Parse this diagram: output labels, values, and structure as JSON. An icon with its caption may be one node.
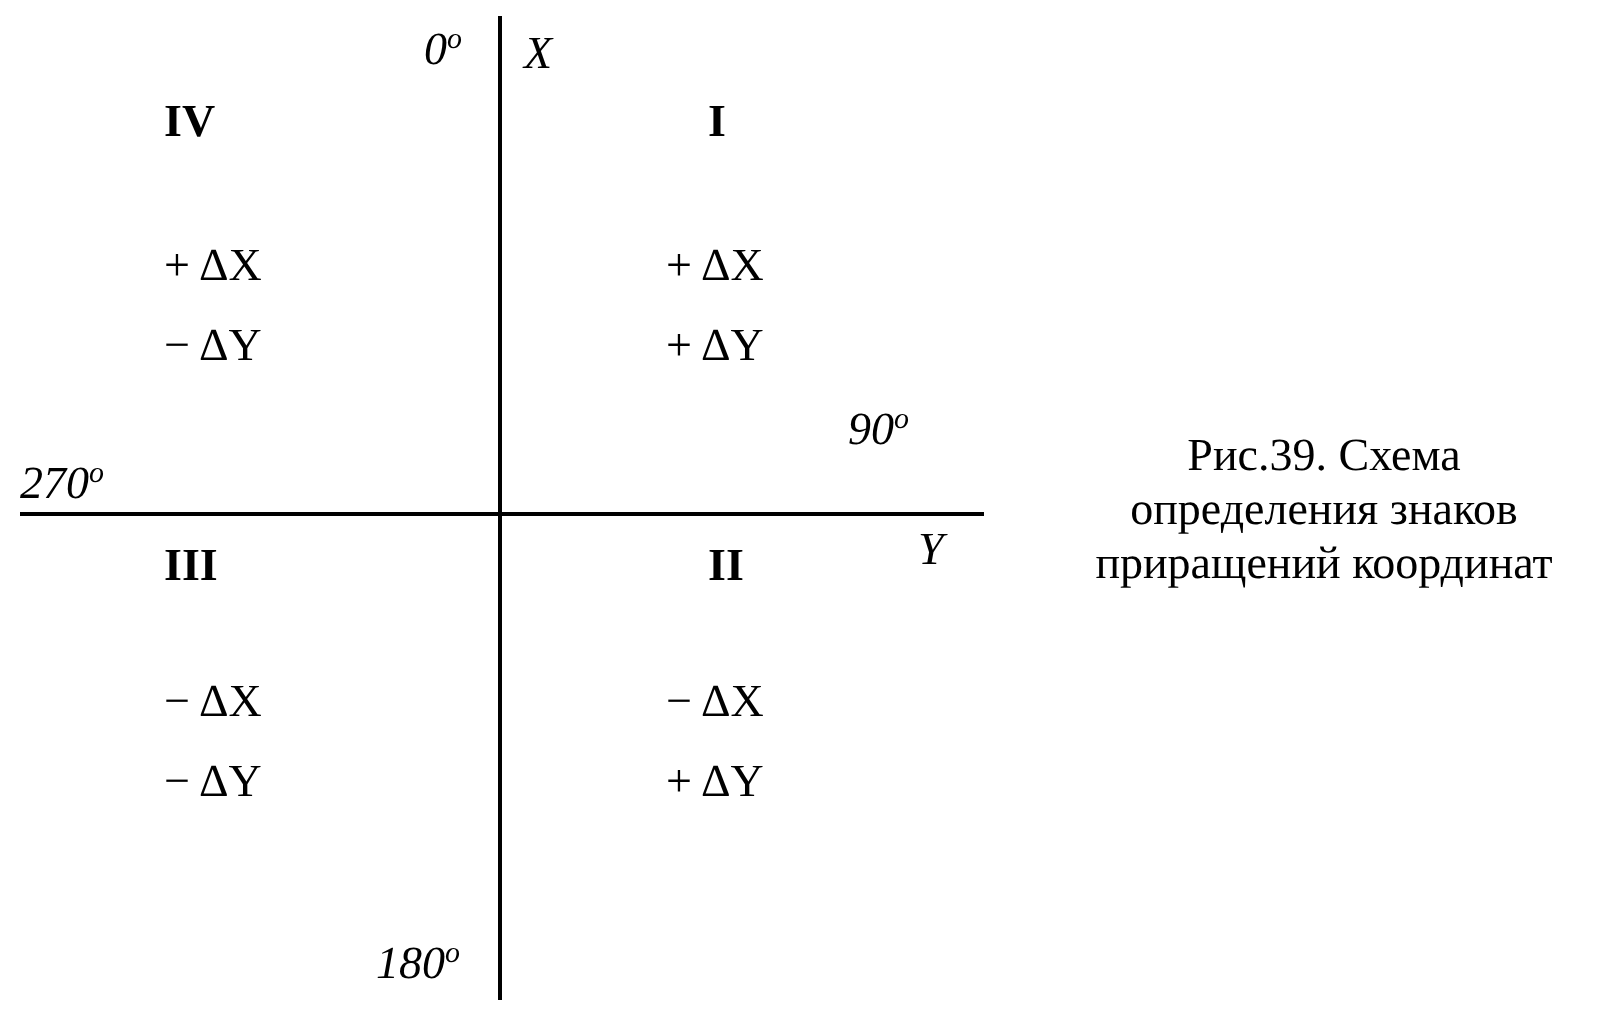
{
  "diagram": {
    "caption": "Рис.39. Схема определения знаков приращений координат",
    "labels": [
      "0$^{o}$",
      "X",
      "IV",
      "I",
      "+ ΔX",
      "+ ΔX",
      "− ΔY",
      "+ ΔY",
      "90$^{o}$",
      "270$^{o}$",
      "Y",
      "III",
      "II",
      "− ΔX",
      "− ΔX",
      "− ΔY",
      "+ ΔY",
      "180$^{o}$"
    ]
  }
}
